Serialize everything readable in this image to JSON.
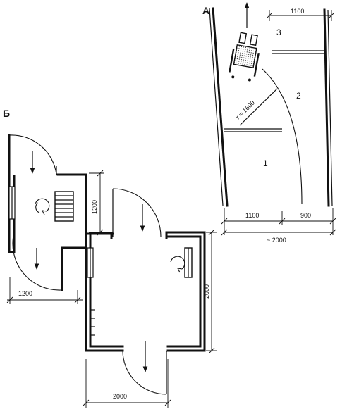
{
  "diagram_a": {
    "label": "А",
    "zones": {
      "zone_1": "1",
      "zone_2": "2",
      "zone_3": "3"
    },
    "radius_label": "r = 1600",
    "dims": {
      "top_width": "1100",
      "left_width": "1100",
      "right_width": "900",
      "total_width": "~ 2000"
    }
  },
  "diagram_b": {
    "label": "Б",
    "dims": {
      "vestibule_depth": "1200",
      "upper_width": "1200",
      "hall_height": "2000",
      "hall_width": "2000"
    }
  }
}
